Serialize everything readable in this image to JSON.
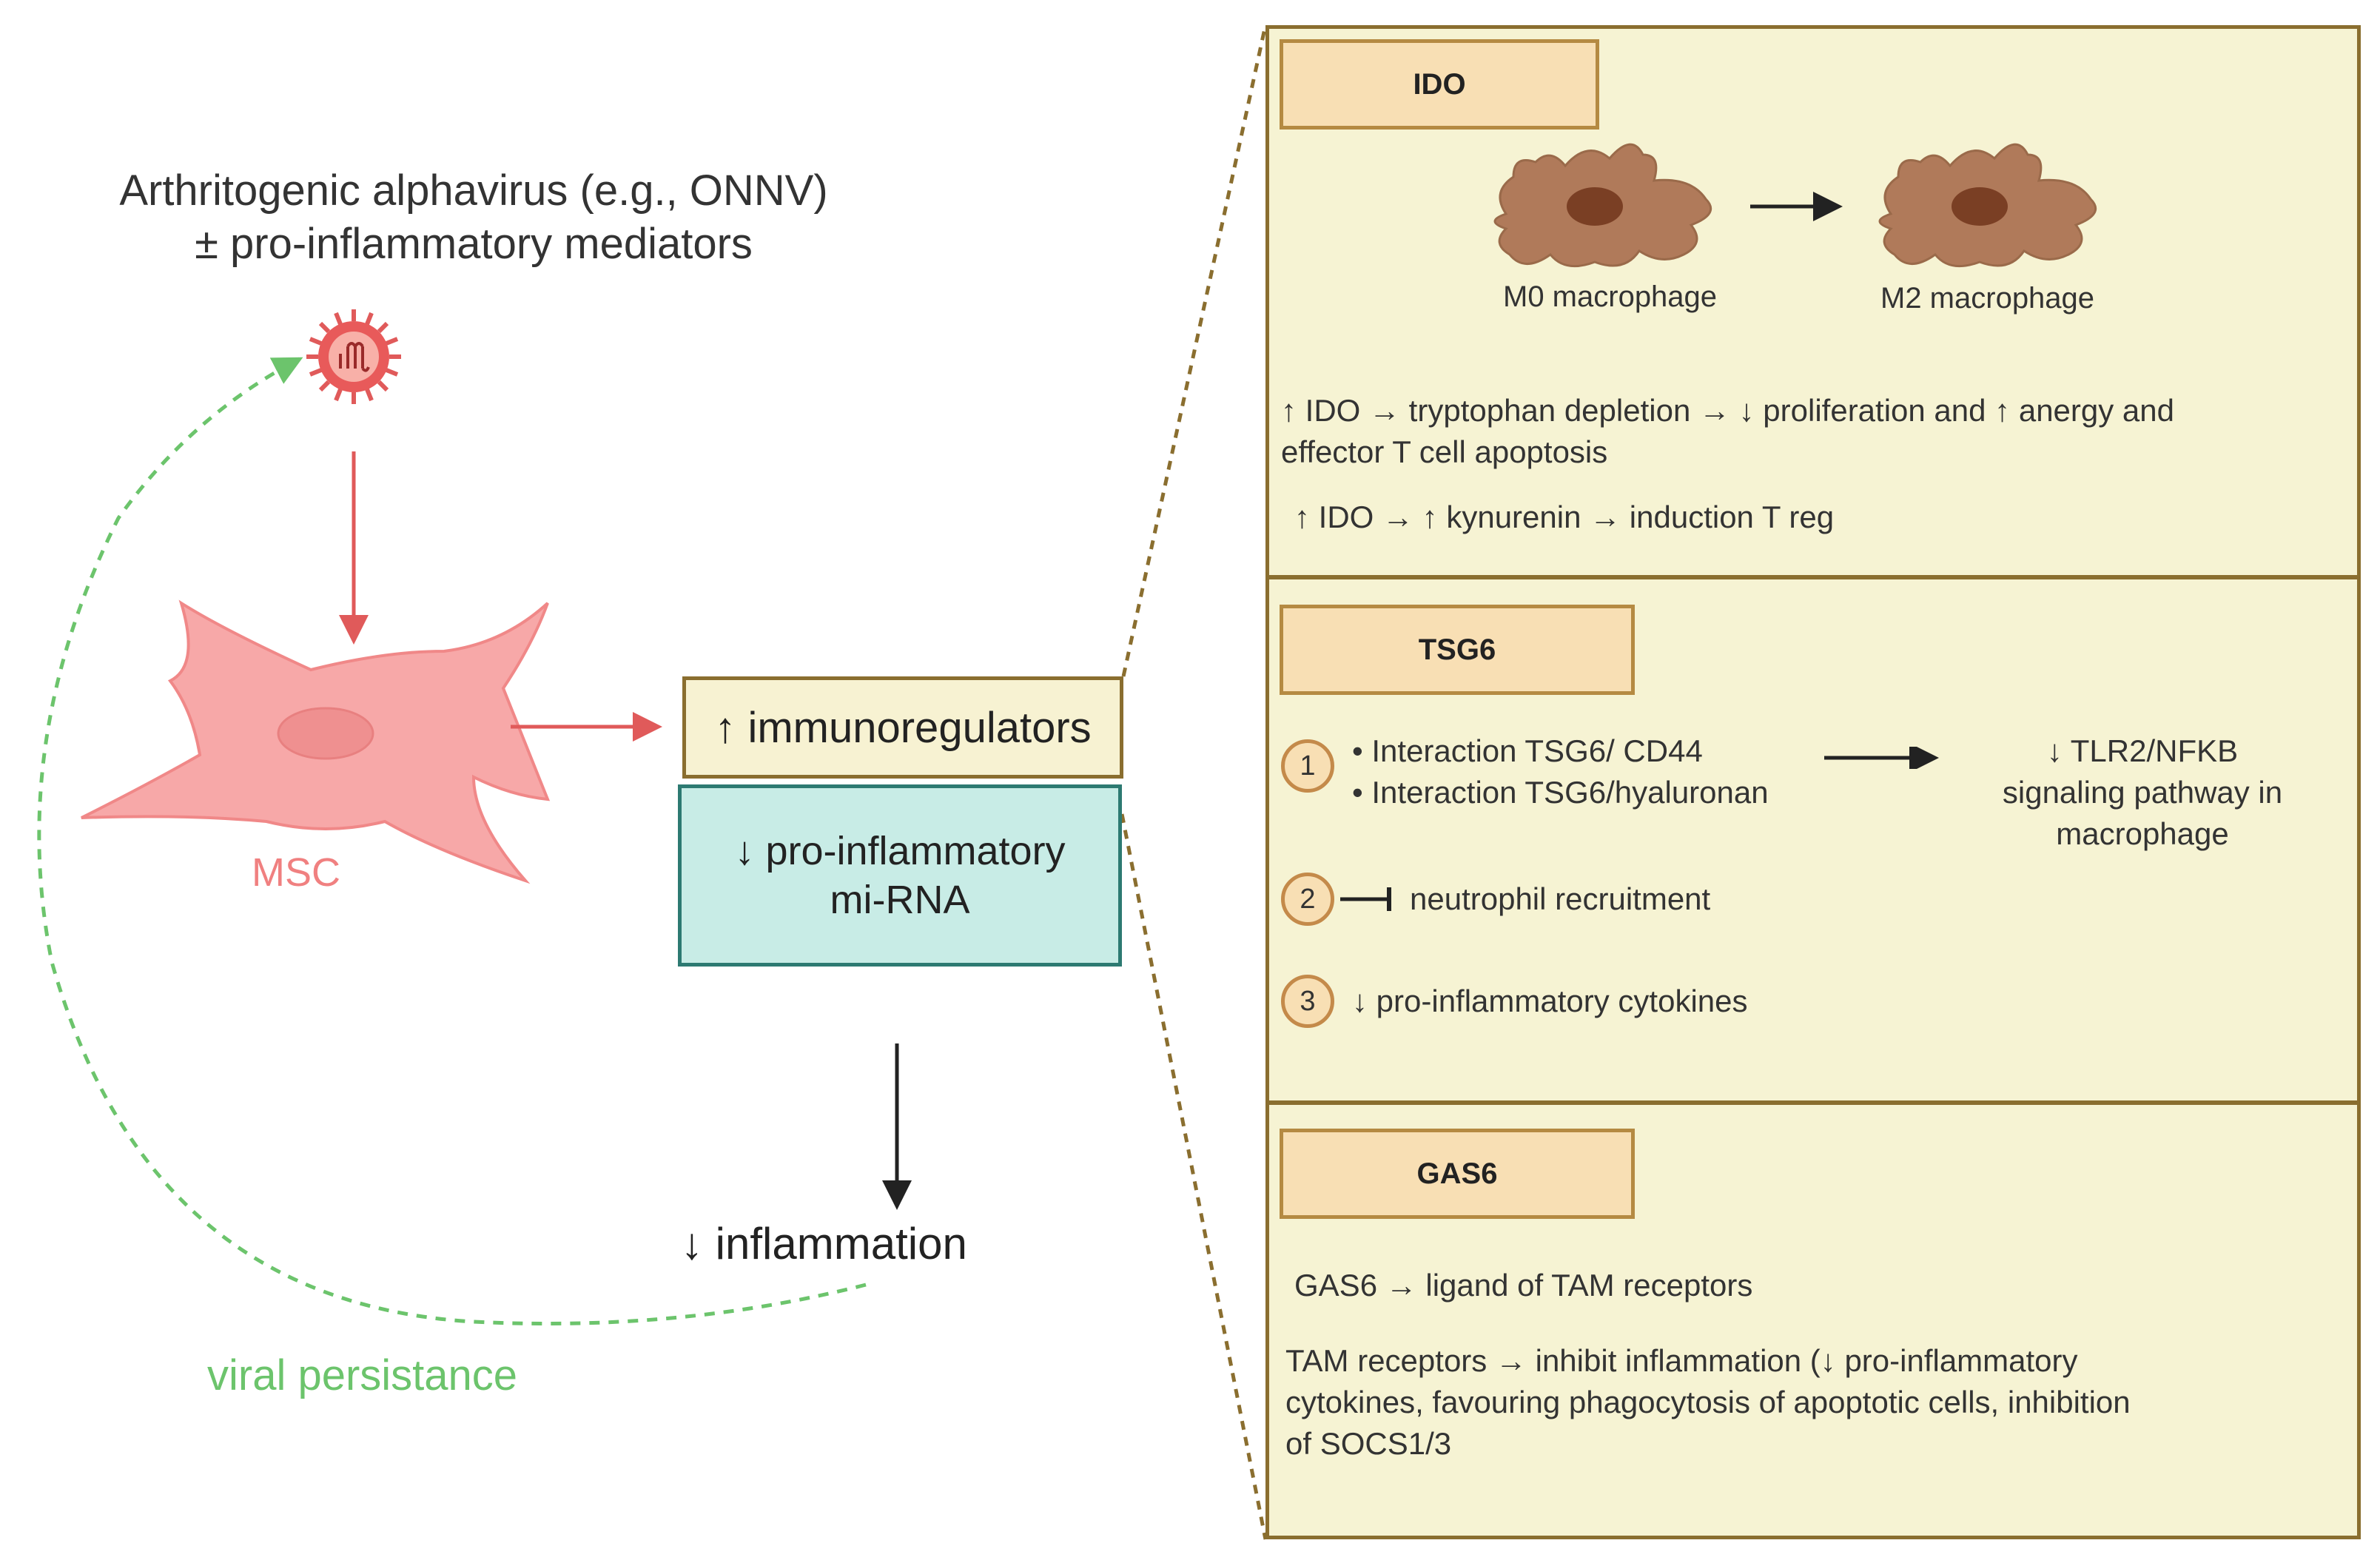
{
  "left": {
    "title_line1": "Arthritogenic alphavirus (e.g., ONNV)",
    "title_line2": "± pro-inflammatory mediators",
    "msc_label": "MSC",
    "up_box": "↑ immunoregulators",
    "down_box_line1": "↓ pro-inflammatory",
    "down_box_line2": "mi-RNA",
    "inflammation": "↓ inflammation",
    "viral": "viral persistance"
  },
  "ido": {
    "header": "IDO",
    "m0": "M0 macrophage",
    "m2": "M2 macrophage",
    "line1": "↑ IDO  → tryptophan depletion → ↓ proliferation and ↑ anergy and",
    "line2": "effector T cell apoptosis",
    "line3": "↑ IDO  → ↑ kynurenin → induction T reg"
  },
  "tsg6": {
    "header": "TSG6",
    "n1": "1",
    "n2": "2",
    "n3": "3",
    "b1": "• Interaction TSG6/ CD44",
    "b2": "• Interaction TSG6/hyaluronan",
    "r1": "↓ TLR2/NFKB",
    "r2": "signaling pathway in",
    "r3": "macrophage",
    "item2": "neutrophil recruitment",
    "item3": "↓ pro-inflammatory cytokines"
  },
  "gas6": {
    "header": "GAS6",
    "line1": "GAS6 → ligand of TAM receptors",
    "line2": "TAM receptors → inhibit inflammation (↓ pro-inflammatory",
    "line3": "cytokines, favouring phagocytosis of apoptotic cells, inhibition",
    "line4": "of SOCS1/3"
  },
  "colors": {
    "msc": "#f7a8a8",
    "red_arrow": "#e05a5a",
    "green": "#6cc46c",
    "macrophage": "#b07a5a",
    "panel_bg": "#f6f3d3",
    "panel_border": "#8a6e2f",
    "header_bg": "#f8dfb4",
    "teal_box": "#c8ece6"
  }
}
